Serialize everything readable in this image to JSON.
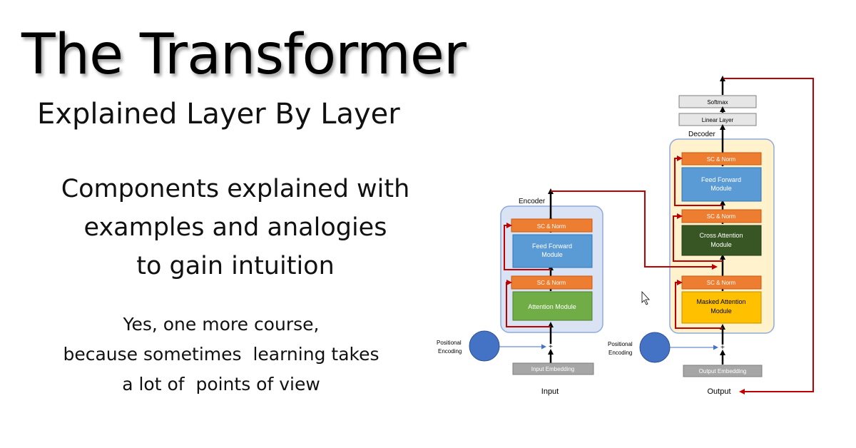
{
  "heading": {
    "title": "The Transformer",
    "subtitle": "Explained Layer By Layer"
  },
  "blurb": {
    "lines": [
      "Components explained with",
      "examples and analogies",
      "to gain intuition"
    ]
  },
  "note": {
    "lines": [
      "Yes, one more course,",
      "because sometimes  learning takes",
      "a lot of  points of view"
    ]
  },
  "diagram": {
    "encoder": {
      "label": "Encoder",
      "sc_norm_top": "SC & Norm",
      "feed_forward": [
        "Feed Forward",
        "Module"
      ],
      "sc_norm_bottom": "SC & Norm",
      "attention": "Attention Module",
      "positional": [
        "Positional",
        "Encoding"
      ],
      "plus": "+",
      "embedding": "Input Embedding",
      "io_label": "Input"
    },
    "decoder": {
      "label": "Decoder",
      "softmax": "Softmax",
      "linear": "Linear Layer",
      "sc_norm_top": "SC & Norm",
      "feed_forward": [
        "Feed Forward",
        "Module"
      ],
      "sc_norm_mid": "SC & Norm",
      "cross_attention": [
        "Cross Attention",
        "Module"
      ],
      "sc_norm_bottom": "SC & Norm",
      "masked_attention": [
        "Masked Attention",
        "Module"
      ],
      "positional": [
        "Positional",
        "Encoding"
      ],
      "plus": "+",
      "embedding": "Output Embedding",
      "io_label": "Output"
    },
    "colors": {
      "orange": "#ED7D31",
      "blue": "#5B9BD5",
      "green": "#70AD47",
      "dark_green": "#375623",
      "gold": "#FFC000",
      "encoder_bg": "#DAE3F3",
      "decoder_bg": "#FFF2CC",
      "red": "#C00000",
      "circle": "#4472C4",
      "gray": "#A6A6A6"
    }
  }
}
